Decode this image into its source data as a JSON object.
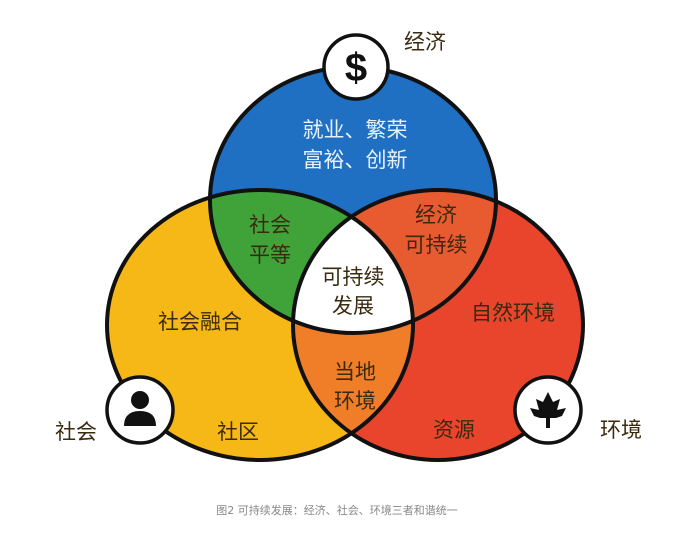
{
  "colors": {
    "economy": "#1f6fc2",
    "society": "#f6b817",
    "environment": "#e8452c",
    "society_economy": "#3fa33a",
    "economy_environment": "#e85a30",
    "society_environment": "#f07e28",
    "center": "#ffffff"
  },
  "icons": {
    "economy": "dollar-icon",
    "society": "person-icon",
    "environment": "maple-leaf-icon"
  },
  "labels": {
    "economy": "经济",
    "society": "社会",
    "environment": "环境"
  },
  "regions": {
    "economy_line1": "就业、繁荣",
    "economy_line2": "富裕、创新",
    "social_equity_line1": "社会",
    "social_equity_line2": "平等",
    "econ_sustain_line1": "经济",
    "econ_sustain_line2": "可持续",
    "center_line1": "可持续",
    "center_line2": "发展",
    "social_inclusion": "社会融合",
    "natural_env": "自然环境",
    "local_env_line1": "当地",
    "local_env_line2": "环境",
    "community": "社区",
    "resources": "资源"
  },
  "caption": "图2 可持续发展：经济、社会、环境三者和谐统一"
}
